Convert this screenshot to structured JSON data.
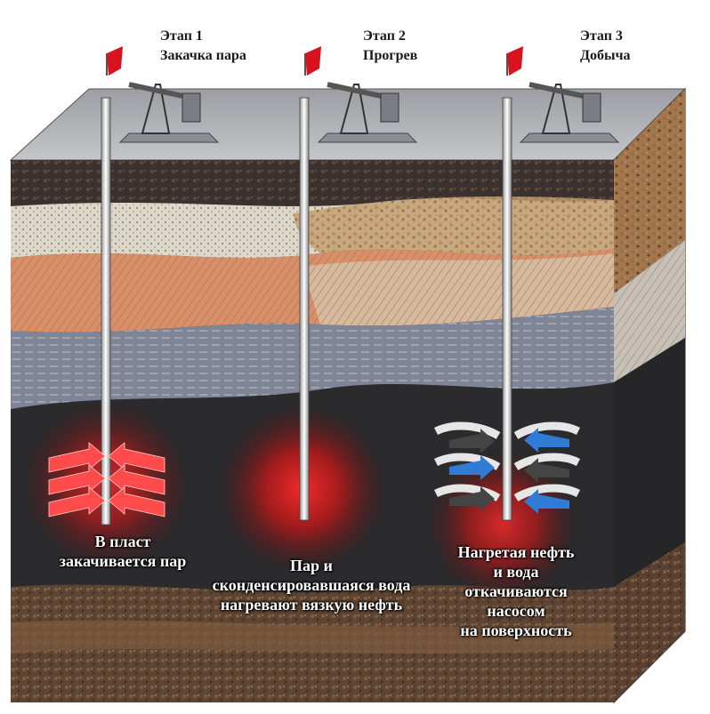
{
  "stages": [
    {
      "number_label": "Этап 1",
      "name": "Закачка пара"
    },
    {
      "number_label": "Этап 2",
      "name": "Прогрев"
    },
    {
      "number_label": "Этап 3",
      "name": "Добыча"
    }
  ],
  "captions": {
    "injection": [
      "В пласт",
      "закачивается пар"
    ],
    "heating": [
      "Пар и",
      "сконденсировавшаяся вода",
      "нагревают вязкую нефть"
    ],
    "production": [
      "Нагретая нефть",
      "и вода",
      "откачиваются",
      "насосом",
      "на поверхность"
    ]
  },
  "colors": {
    "surface": "#a9a9a9",
    "sand_light": "#ddd8c8",
    "sand_tan": "#c7a070",
    "clay_orange": "#d9906a",
    "shale_grey": "#7f8596",
    "reservoir_dark": "#2b2b2d",
    "soil_bottom": "#5e4432",
    "steam_red": "#e23a3a",
    "flow_blue": "#2f7bd6",
    "derrick_flag": "#d8121e"
  },
  "icons": [
    "pump-jack-icon",
    "flag-icon",
    "arrow-icon"
  ]
}
